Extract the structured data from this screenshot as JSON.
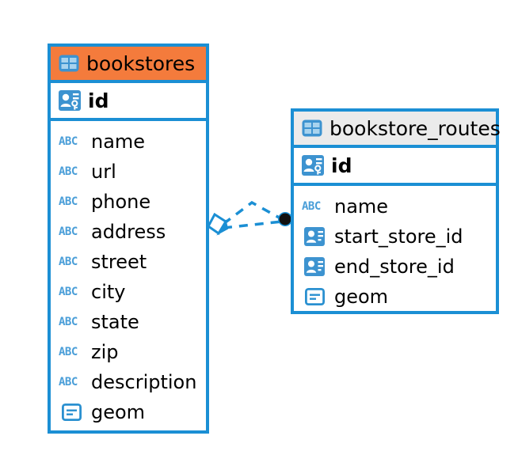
{
  "diagram": {
    "type": "entity-relationship-diagram",
    "background": "#ffffff",
    "colors": {
      "border": "#1b8fd4",
      "header_highlight": "#f47b3c",
      "header_default": "#ebebeb",
      "icon_blue": "#4a9ed8",
      "text": "#000000",
      "connector": "#1b8fd4",
      "connector_endpoint": "#111111"
    },
    "entities": [
      {
        "name": "bookstores",
        "header_style": "orange",
        "table_icon": "table-icon",
        "primary_key": {
          "name": "id",
          "icon": "primary-key-icon"
        },
        "fields": [
          {
            "name": "name",
            "icon": "abc-icon",
            "type_label": "ABC"
          },
          {
            "name": "url",
            "icon": "abc-icon",
            "type_label": "ABC"
          },
          {
            "name": "phone",
            "icon": "abc-icon",
            "type_label": "ABC"
          },
          {
            "name": "address",
            "icon": "abc-icon",
            "type_label": "ABC"
          },
          {
            "name": "street",
            "icon": "abc-icon",
            "type_label": "ABC"
          },
          {
            "name": "city",
            "icon": "abc-icon",
            "type_label": "ABC"
          },
          {
            "name": "state",
            "icon": "abc-icon",
            "type_label": "ABC"
          },
          {
            "name": "zip",
            "icon": "abc-icon",
            "type_label": "ABC"
          },
          {
            "name": "description",
            "icon": "abc-icon",
            "type_label": "ABC"
          },
          {
            "name": "geom",
            "icon": "geometry-icon",
            "type_label": ""
          }
        ]
      },
      {
        "name": "bookstore_routes",
        "header_style": "grey",
        "table_icon": "table-icon",
        "primary_key": {
          "name": "id",
          "icon": "primary-key-icon"
        },
        "fields": [
          {
            "name": "name",
            "icon": "abc-icon",
            "type_label": "ABC"
          },
          {
            "name": "start_store_id",
            "icon": "foreign-key-icon",
            "type_label": ""
          },
          {
            "name": "end_store_id",
            "icon": "foreign-key-icon",
            "type_label": ""
          },
          {
            "name": "geom",
            "icon": "geometry-icon",
            "type_label": ""
          }
        ]
      }
    ],
    "relationship": {
      "style": "dashed",
      "source_marker": "diamond-marker",
      "target_marker": "filled-circle-marker",
      "branches": 2
    }
  }
}
